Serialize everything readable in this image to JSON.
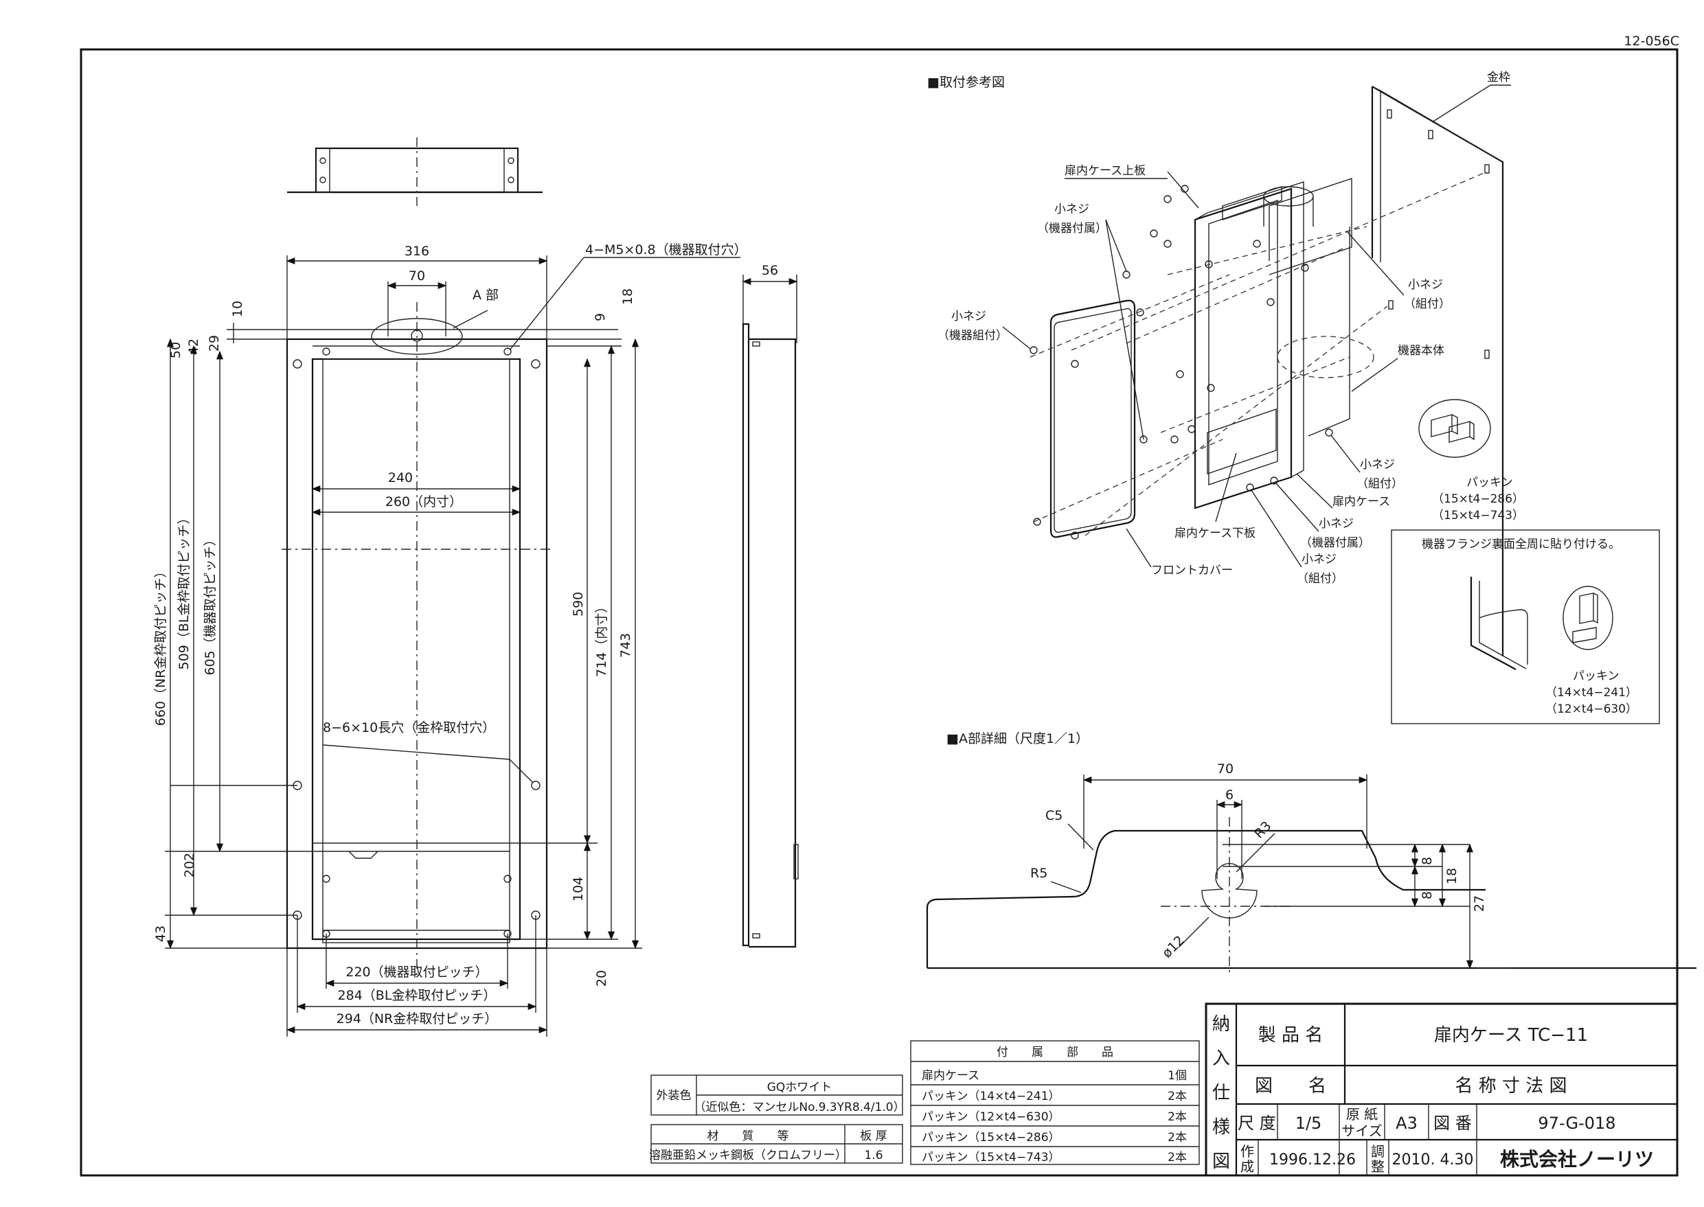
{
  "drawing_no": "12-056C",
  "section_install": "■取付参考図",
  "section_detail": "■A部詳細（尺度1／1）",
  "front_view": {
    "dims": {
      "w316": "316",
      "w70": "70",
      "part_a": "A 部",
      "hole_note": "4−M5×0.8（機器取付穴）",
      "d10": "10",
      "d18": "18",
      "d9": "9",
      "d50": "50",
      "d42": "42",
      "d29": "29",
      "d240": "240",
      "d260": "260（内寸）",
      "d660": "660（NR金枠取付ピッチ）",
      "d509": "509（BL金枠取付ピッチ）",
      "d605": "605（機器取付ピッチ）",
      "d590": "590",
      "d714": "714（内寸）",
      "d743": "743",
      "slot_note": "8−6×10長穴（金枠取付穴）",
      "d202": "202",
      "d104": "104",
      "d43": "43",
      "d20": "20",
      "d220": "220（機器取付ピッチ）",
      "d284": "284（BL金枠取付ピッチ）",
      "d294": "294（NR金枠取付ピッチ）"
    }
  },
  "side_view": {
    "depth": "56"
  },
  "install_labels": {
    "frame": "金枠",
    "top_plate": "扉内ケース上板",
    "screw1a": "小ネジ",
    "screw1b": "（機器付属）",
    "screw2a": "小ネジ",
    "screw2b": "（機器組付）",
    "screw3a": "小ネジ",
    "screw3b": "（組付）",
    "body": "機器本体",
    "screw4a": "小ネジ",
    "screw4b": "（組付）",
    "case": "扉内ケース",
    "bottom_plate": "扉内ケース下板",
    "screw5a": "小ネジ",
    "screw5b": "（機器付属）",
    "screw6a": "小ネジ",
    "screw6b": "（組付）",
    "front_cover": "フロントカバー",
    "packing1": "パッキン",
    "packing1a": "（15×t4−286）",
    "packing1b": "（15×t4−743）",
    "inset_note": "機器フランジ裏面全周に貼り付ける。",
    "packing2": "パッキン",
    "packing2a": "（14×t4−241）",
    "packing2b": "（12×t4−630）"
  },
  "detail": {
    "d70": "70",
    "d6": "6",
    "c5": "C5",
    "r3": "R3",
    "r5": "R5",
    "d8a": "8",
    "d8b": "8",
    "d18": "18",
    "d27": "27",
    "phi12": "ø12"
  },
  "color_table": {
    "label": "外装色",
    "value": "GQホワイト",
    "note": "（近似色：マンセルNo.9.3YR8.4/1.0）"
  },
  "material_table": {
    "h_material": "材　　質　　等",
    "h_thickness": "板 厚",
    "material": "溶融亜鉛メッキ鋼板（クロムフリー）",
    "thickness": "1.6"
  },
  "parts_table": {
    "header": "付　　属　　部　　品",
    "rows": [
      {
        "name": "扉内ケース",
        "qty": "1個"
      },
      {
        "name": "パッキン（14×t4−241）",
        "qty": "2本"
      },
      {
        "name": "パッキン（12×t4−630）",
        "qty": "2本"
      },
      {
        "name": "パッキン（15×t4−286）",
        "qty": "2本"
      },
      {
        "name": "パッキン（15×t4−743）",
        "qty": "2本"
      }
    ]
  },
  "title_block": {
    "side_label": [
      "納",
      "入",
      "仕",
      "様",
      "図"
    ],
    "product_label": "製 品 名",
    "product": "扉内ケース TC−11",
    "drawing_label": "図　　名",
    "drawing": "名 称 寸 法 図",
    "scale_label": "尺 度",
    "scale": "1/5",
    "paper_label_1": "原 紙",
    "paper_label_2": "サイズ",
    "paper": "A3",
    "number_label": "図 番",
    "number": "97-G-018",
    "made_label_1": "作",
    "made_label_2": "成",
    "made": "1996.12.26",
    "adj_label_1": "調",
    "adj_label_2": "整",
    "adj": "2010. 4.30",
    "company": "株式会社ノーリツ"
  }
}
